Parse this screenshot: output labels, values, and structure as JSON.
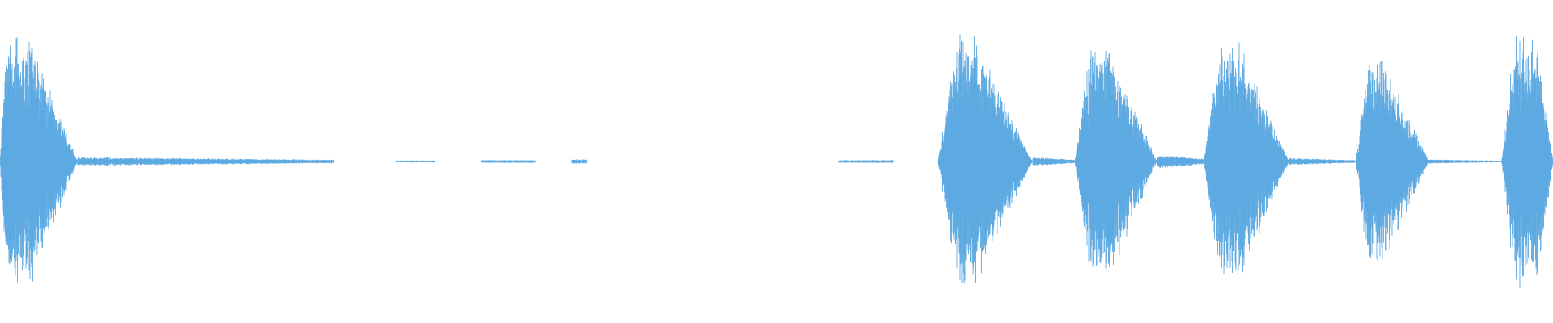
{
  "waveform": {
    "color": "#5DA9E1",
    "background": "#FFFFFF",
    "seed": 7,
    "bursts": [
      {
        "start": 0.0,
        "end": 0.05,
        "peak": 0.68,
        "attack": 0.004,
        "decay": 0.03
      },
      {
        "start": 0.604,
        "end": 0.665,
        "peak": 0.7,
        "attack": 0.012,
        "decay": 0.038
      },
      {
        "start": 0.692,
        "end": 0.745,
        "peak": 0.64,
        "attack": 0.01,
        "decay": 0.03
      },
      {
        "start": 0.775,
        "end": 0.83,
        "peak": 0.64,
        "attack": 0.01,
        "decay": 0.03
      },
      {
        "start": 0.873,
        "end": 0.92,
        "peak": 0.6,
        "attack": 0.008,
        "decay": 0.03
      },
      {
        "start": 0.967,
        "end": 1.0,
        "peak": 0.7,
        "attack": 0.008,
        "decay": 0.01
      }
    ],
    "tails": [
      {
        "start": 0.05,
        "end": 0.215,
        "level": 0.025
      },
      {
        "start": 0.665,
        "end": 0.692,
        "level": 0.025
      },
      {
        "start": 0.745,
        "end": 0.775,
        "level": 0.04
      },
      {
        "start": 0.83,
        "end": 0.873,
        "level": 0.02
      },
      {
        "start": 0.92,
        "end": 0.967,
        "level": 0.012
      }
    ],
    "faint_segments": [
      {
        "start": 0.255,
        "end": 0.28,
        "level": 0.006
      },
      {
        "start": 0.31,
        "end": 0.345,
        "level": 0.008
      },
      {
        "start": 0.368,
        "end": 0.378,
        "level": 0.012
      },
      {
        "start": 0.54,
        "end": 0.575,
        "level": 0.008
      }
    ]
  }
}
